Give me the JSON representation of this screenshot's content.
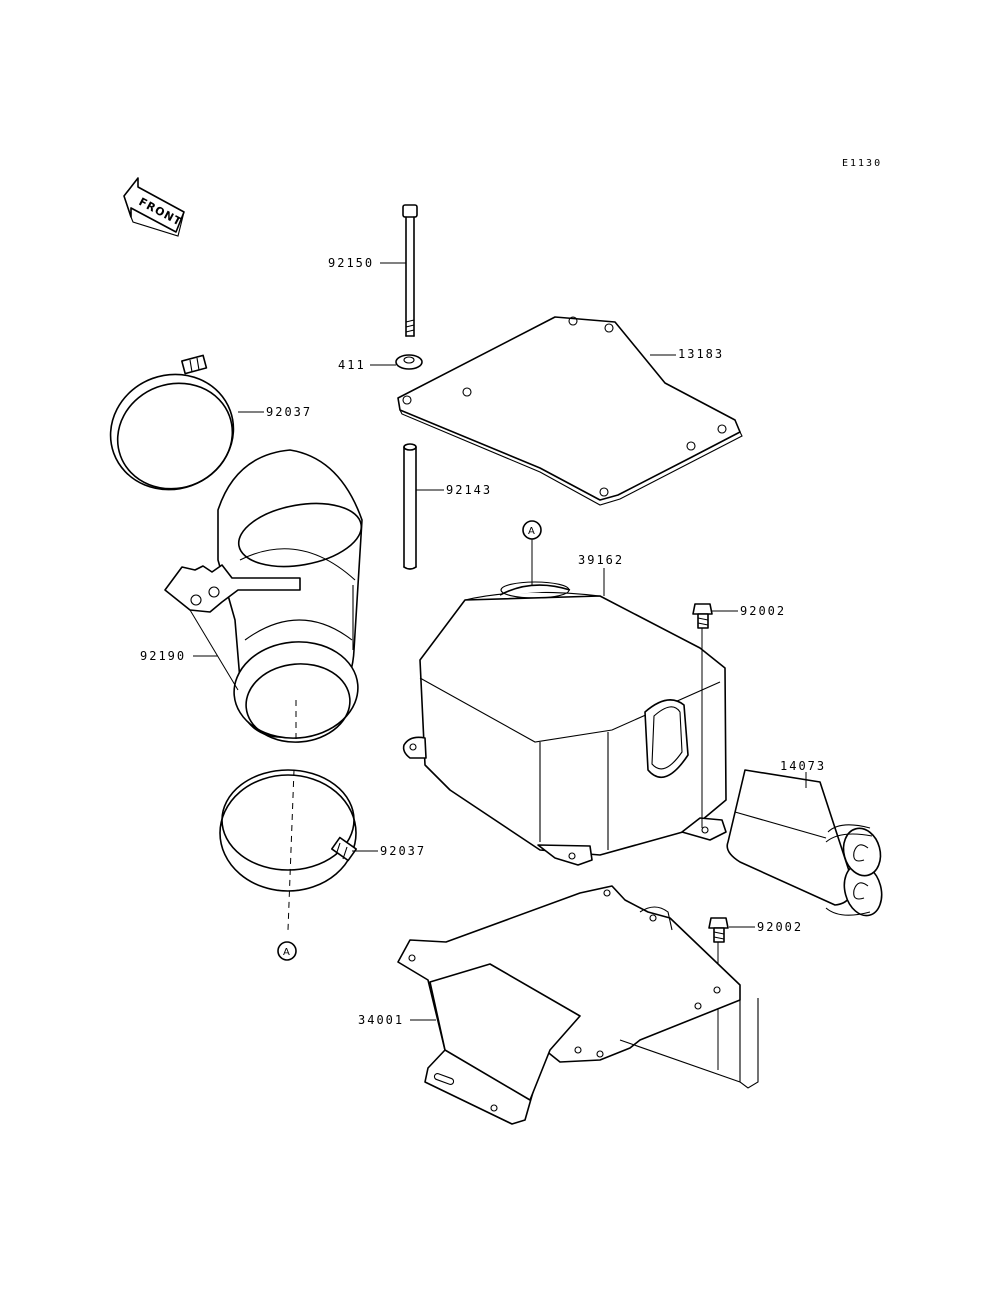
{
  "diagram_code": "E1130",
  "front_label": "FRONT",
  "reference_mark": "A",
  "parts": {
    "bolt_long": "92150",
    "washer": "411",
    "gasket_plate": "13183",
    "clamp_upper": "92037",
    "collar": "92143",
    "air_box": "39162",
    "bolt_right_upper": "92002",
    "intake_duct": "92190",
    "filter_element": "14073",
    "clamp_lower": "92037",
    "bolt_right_lower": "92002",
    "bracket": "34001"
  }
}
